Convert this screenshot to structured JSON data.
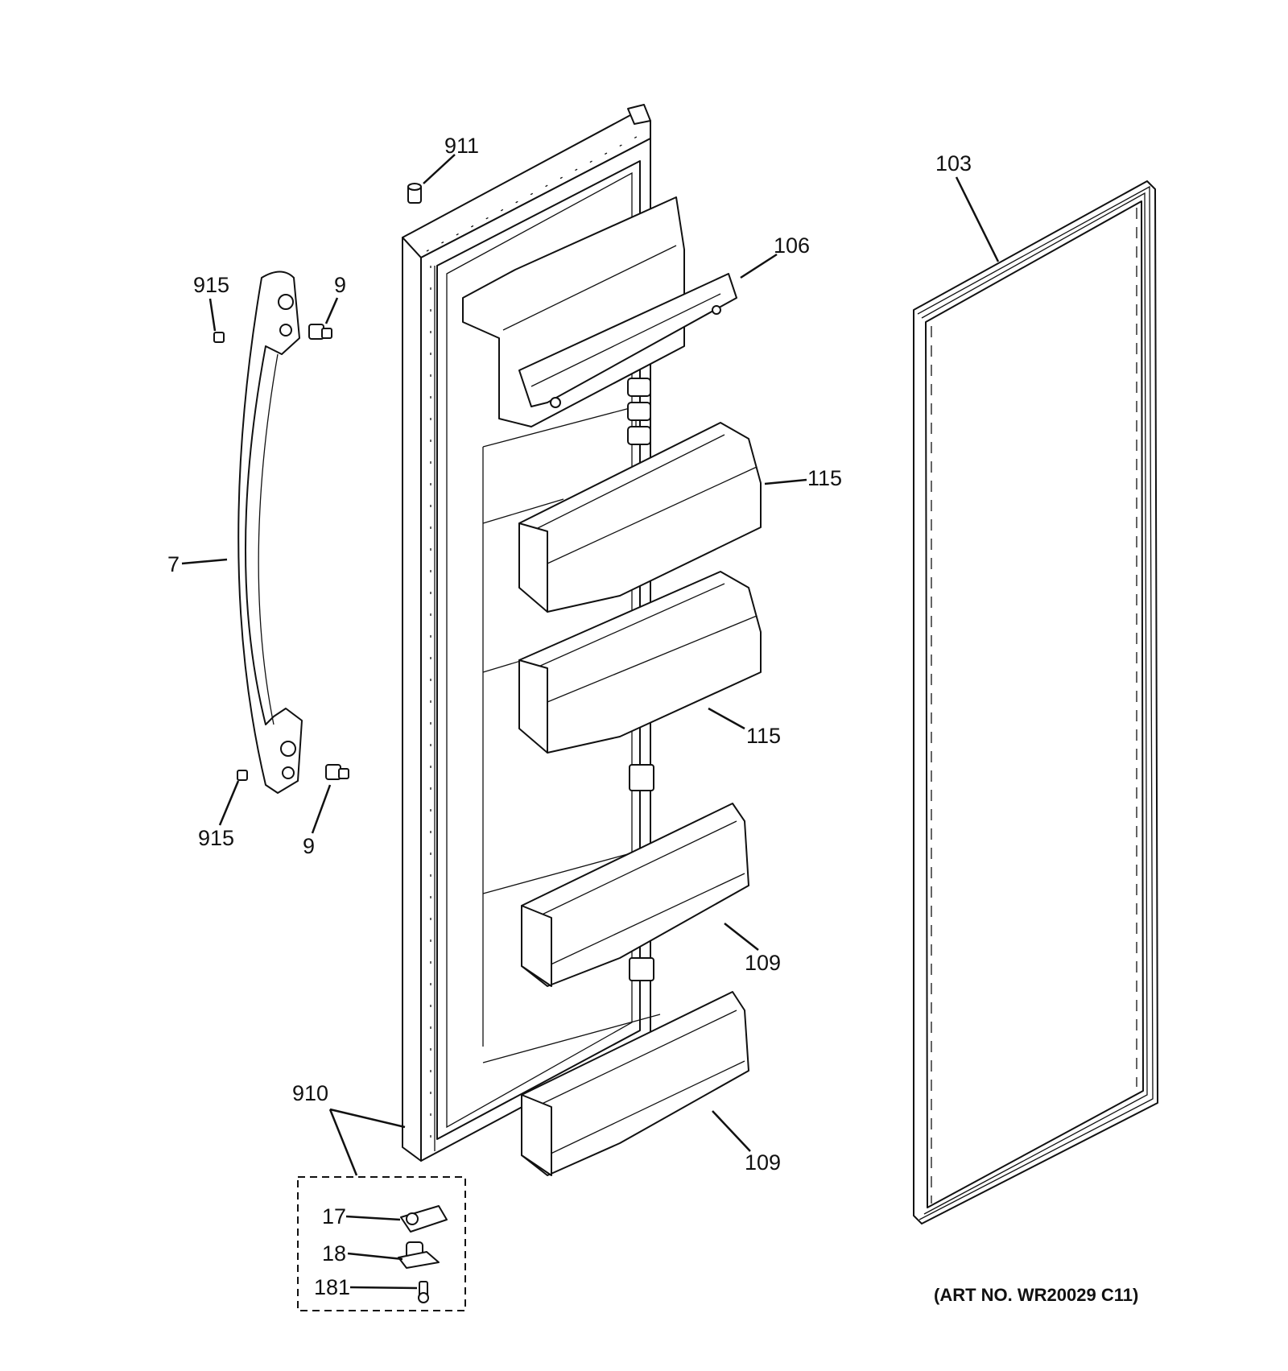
{
  "callouts": {
    "c911": "911",
    "c103": "103",
    "c106": "106",
    "c915_top": "915",
    "c9_top": "9",
    "c115_top": "115",
    "c7": "7",
    "c115_bottom": "115",
    "c915_bottom": "915",
    "c9_bottom": "9",
    "c109_top": "109",
    "c910": "910",
    "c109_bottom": "109",
    "c17": "17",
    "c18": "18",
    "c181": "181"
  },
  "art_number": "(ART NO. WR20029 C11)"
}
